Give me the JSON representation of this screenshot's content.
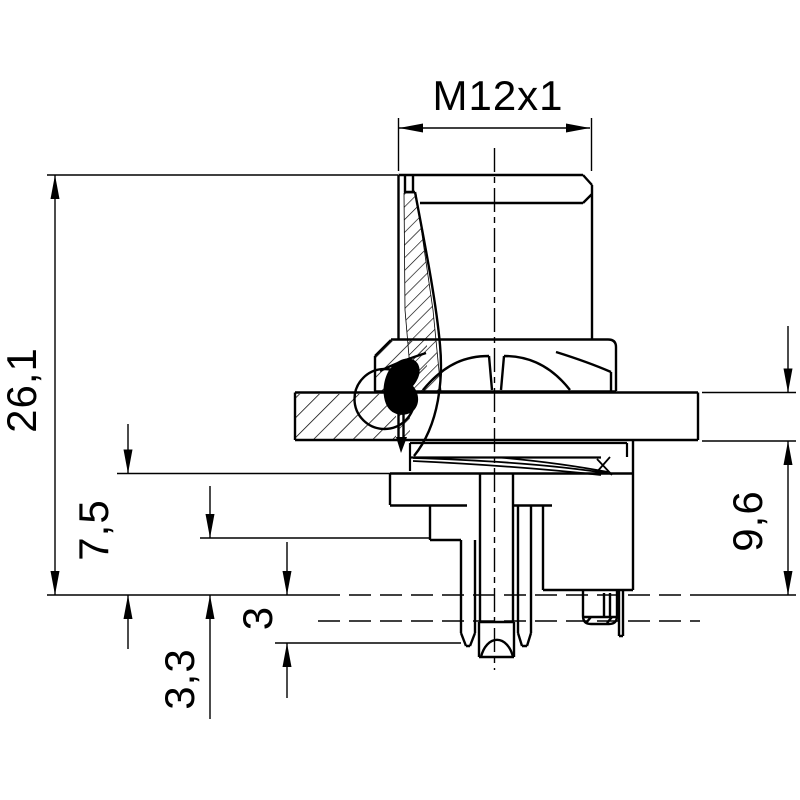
{
  "drawing": {
    "type": "technical-dimension-drawing",
    "subject": "M12 panel-mount connector, side section view",
    "background_color": "#ffffff",
    "line_color": "#000000",
    "labels": {
      "thread": "M12x1",
      "overall_height": "26,1",
      "flange_to_board": "7,5",
      "board_clearance": "3,3",
      "pin_protrusion": "3",
      "rear_depth": "9,6"
    }
  }
}
